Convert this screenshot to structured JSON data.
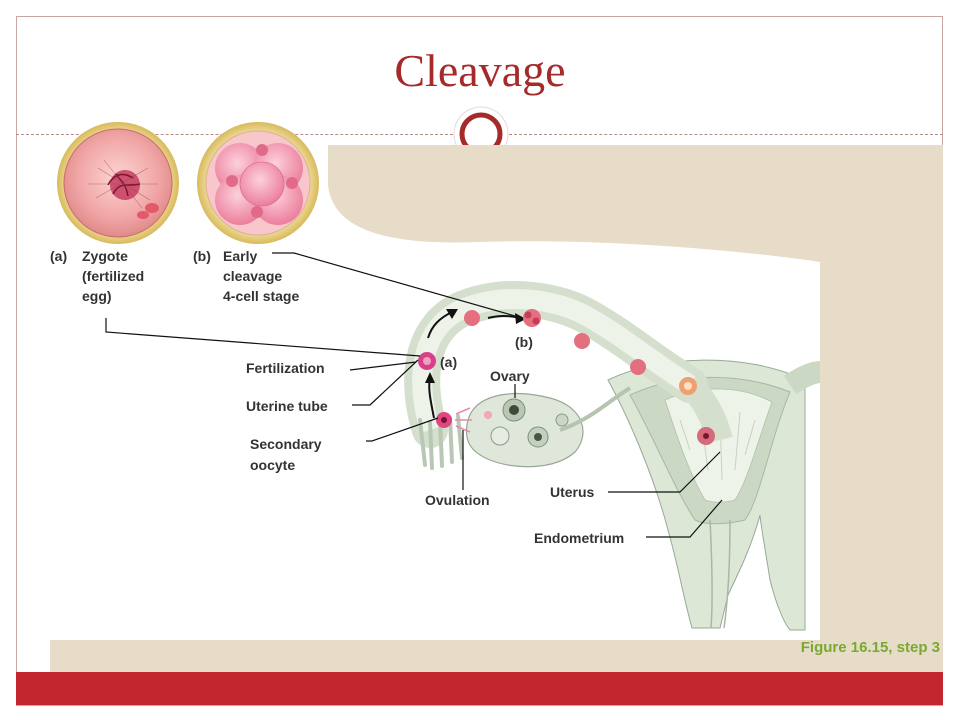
{
  "slide": {
    "title": "Cleavage",
    "figure_caption": "Figure 16.15, step 3"
  },
  "insets": {
    "a": {
      "letter": "(a)",
      "lines": [
        "Zygote",
        "(fertilized",
        "egg)"
      ]
    },
    "b": {
      "letter": "(b)",
      "lines": [
        "Early",
        "cleavage",
        "4-cell stage"
      ]
    }
  },
  "labels": {
    "fertilization": "Fertilization",
    "uterine_tube": "Uterine tube",
    "secondary_oocyte": [
      "Secondary",
      "oocyte"
    ],
    "ovulation": "Ovulation",
    "ovary": "Ovary",
    "uterus": "Uterus",
    "endometrium": "Endometrium",
    "marker_a": "(a)",
    "marker_b": "(b)"
  },
  "colors": {
    "title": "#a52a2a",
    "bar": "#c1272d",
    "caption": "#7ba830",
    "beige": "#e7dcc8"
  }
}
